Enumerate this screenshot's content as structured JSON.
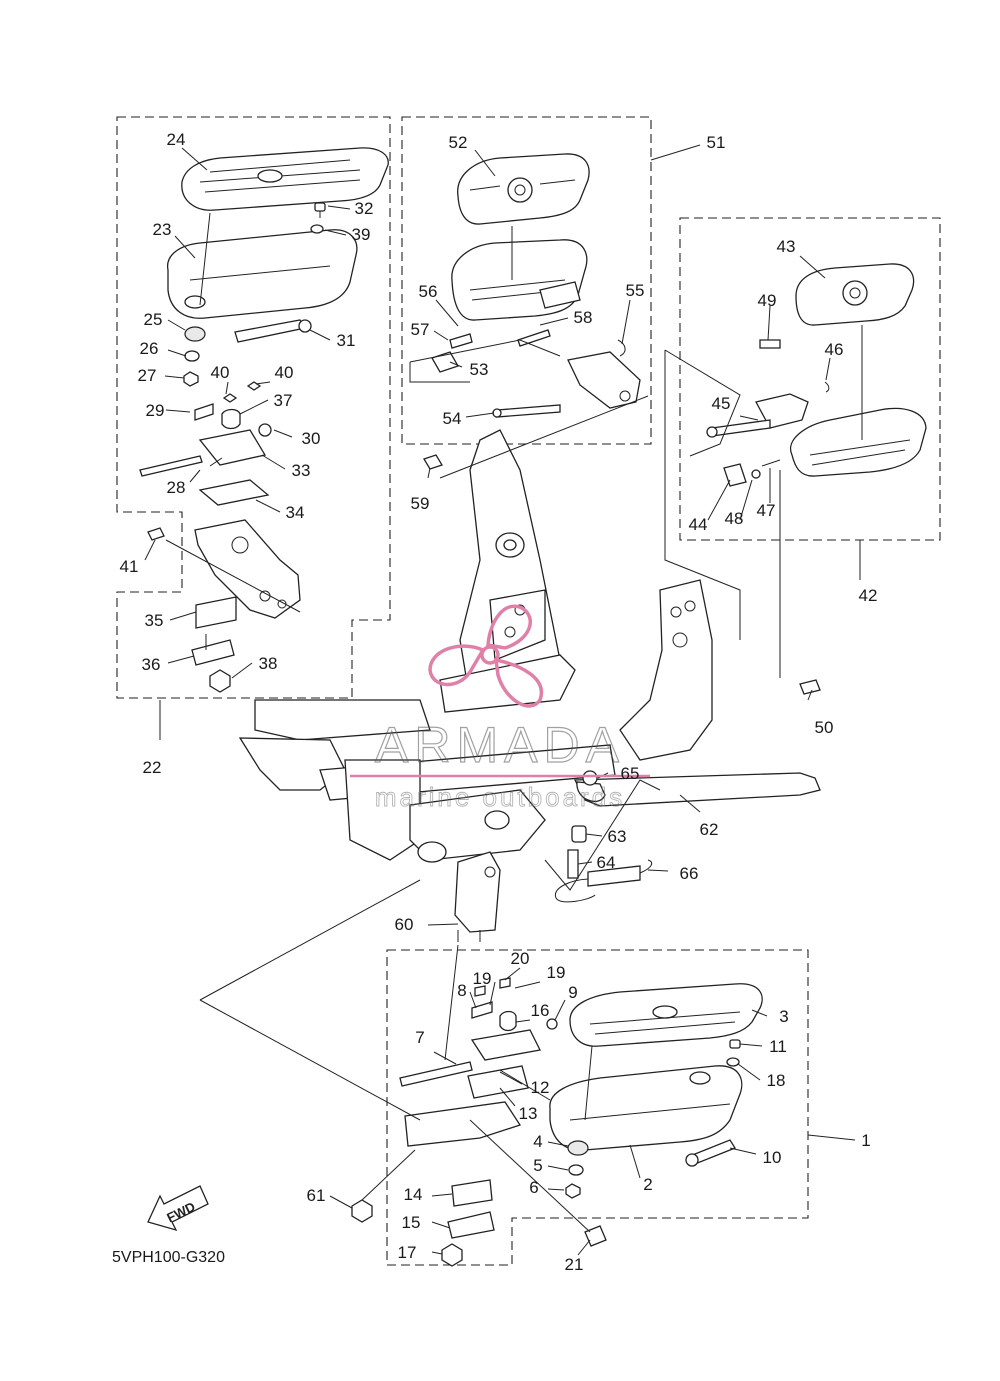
{
  "diagram_code": "5VPH100-G320",
  "watermark": {
    "brand": "ARMADA",
    "tagline": "marine outboards",
    "accent_color": "#e080a8"
  },
  "fwd_arrow": "FWD",
  "parts": [
    {
      "id": "1"
    },
    {
      "id": "2"
    },
    {
      "id": "3"
    },
    {
      "id": "4"
    },
    {
      "id": "5"
    },
    {
      "id": "6"
    },
    {
      "id": "7"
    },
    {
      "id": "8"
    },
    {
      "id": "9"
    },
    {
      "id": "10"
    },
    {
      "id": "11"
    },
    {
      "id": "12"
    },
    {
      "id": "13"
    },
    {
      "id": "14"
    },
    {
      "id": "15"
    },
    {
      "id": "16"
    },
    {
      "id": "17"
    },
    {
      "id": "18"
    },
    {
      "id": "19"
    },
    {
      "id": "19b"
    },
    {
      "id": "20"
    },
    {
      "id": "21"
    },
    {
      "id": "22"
    },
    {
      "id": "23"
    },
    {
      "id": "24"
    },
    {
      "id": "25"
    },
    {
      "id": "26"
    },
    {
      "id": "27"
    },
    {
      "id": "28"
    },
    {
      "id": "29"
    },
    {
      "id": "30"
    },
    {
      "id": "31"
    },
    {
      "id": "32"
    },
    {
      "id": "33"
    },
    {
      "id": "34"
    },
    {
      "id": "35"
    },
    {
      "id": "36"
    },
    {
      "id": "37"
    },
    {
      "id": "38"
    },
    {
      "id": "39"
    },
    {
      "id": "40"
    },
    {
      "id": "40b"
    },
    {
      "id": "41"
    },
    {
      "id": "42"
    },
    {
      "id": "43"
    },
    {
      "id": "44"
    },
    {
      "id": "45"
    },
    {
      "id": "46"
    },
    {
      "id": "47"
    },
    {
      "id": "48"
    },
    {
      "id": "49"
    },
    {
      "id": "50"
    },
    {
      "id": "51"
    },
    {
      "id": "52"
    },
    {
      "id": "53"
    },
    {
      "id": "54"
    },
    {
      "id": "55"
    },
    {
      "id": "56"
    },
    {
      "id": "57"
    },
    {
      "id": "58"
    },
    {
      "id": "59"
    },
    {
      "id": "60"
    },
    {
      "id": "61"
    },
    {
      "id": "62"
    },
    {
      "id": "63"
    },
    {
      "id": "64"
    },
    {
      "id": "65"
    },
    {
      "id": "66"
    }
  ],
  "labels": {
    "p1": "1",
    "p2": "2",
    "p3": "3",
    "p4": "4",
    "p5": "5",
    "p6": "6",
    "p7": "7",
    "p8": "8",
    "p9": "9",
    "p10": "10",
    "p11": "11",
    "p12": "12",
    "p13": "13",
    "p14": "14",
    "p15": "15",
    "p16": "16",
    "p17": "17",
    "p18": "18",
    "p19a": "19",
    "p19b": "19",
    "p20": "20",
    "p21": "21",
    "p22": "22",
    "p23": "23",
    "p24": "24",
    "p25": "25",
    "p26": "26",
    "p27": "27",
    "p28": "28",
    "p29": "29",
    "p30": "30",
    "p31": "31",
    "p32": "32",
    "p33": "33",
    "p34": "34",
    "p35": "35",
    "p36": "36",
    "p37": "37",
    "p38": "38",
    "p39": "39",
    "p40a": "40",
    "p40b": "40",
    "p41": "41",
    "p42": "42",
    "p43": "43",
    "p44": "44",
    "p45": "45",
    "p46": "46",
    "p47": "47",
    "p48": "48",
    "p49": "49",
    "p50": "50",
    "p51": "51",
    "p52": "52",
    "p53": "53",
    "p54": "54",
    "p55": "55",
    "p56": "56",
    "p57": "57",
    "p58": "58",
    "p59": "59",
    "p60": "60",
    "p61": "61",
    "p62": "62",
    "p63": "63",
    "p64": "64",
    "p65": "65",
    "p66": "66"
  }
}
